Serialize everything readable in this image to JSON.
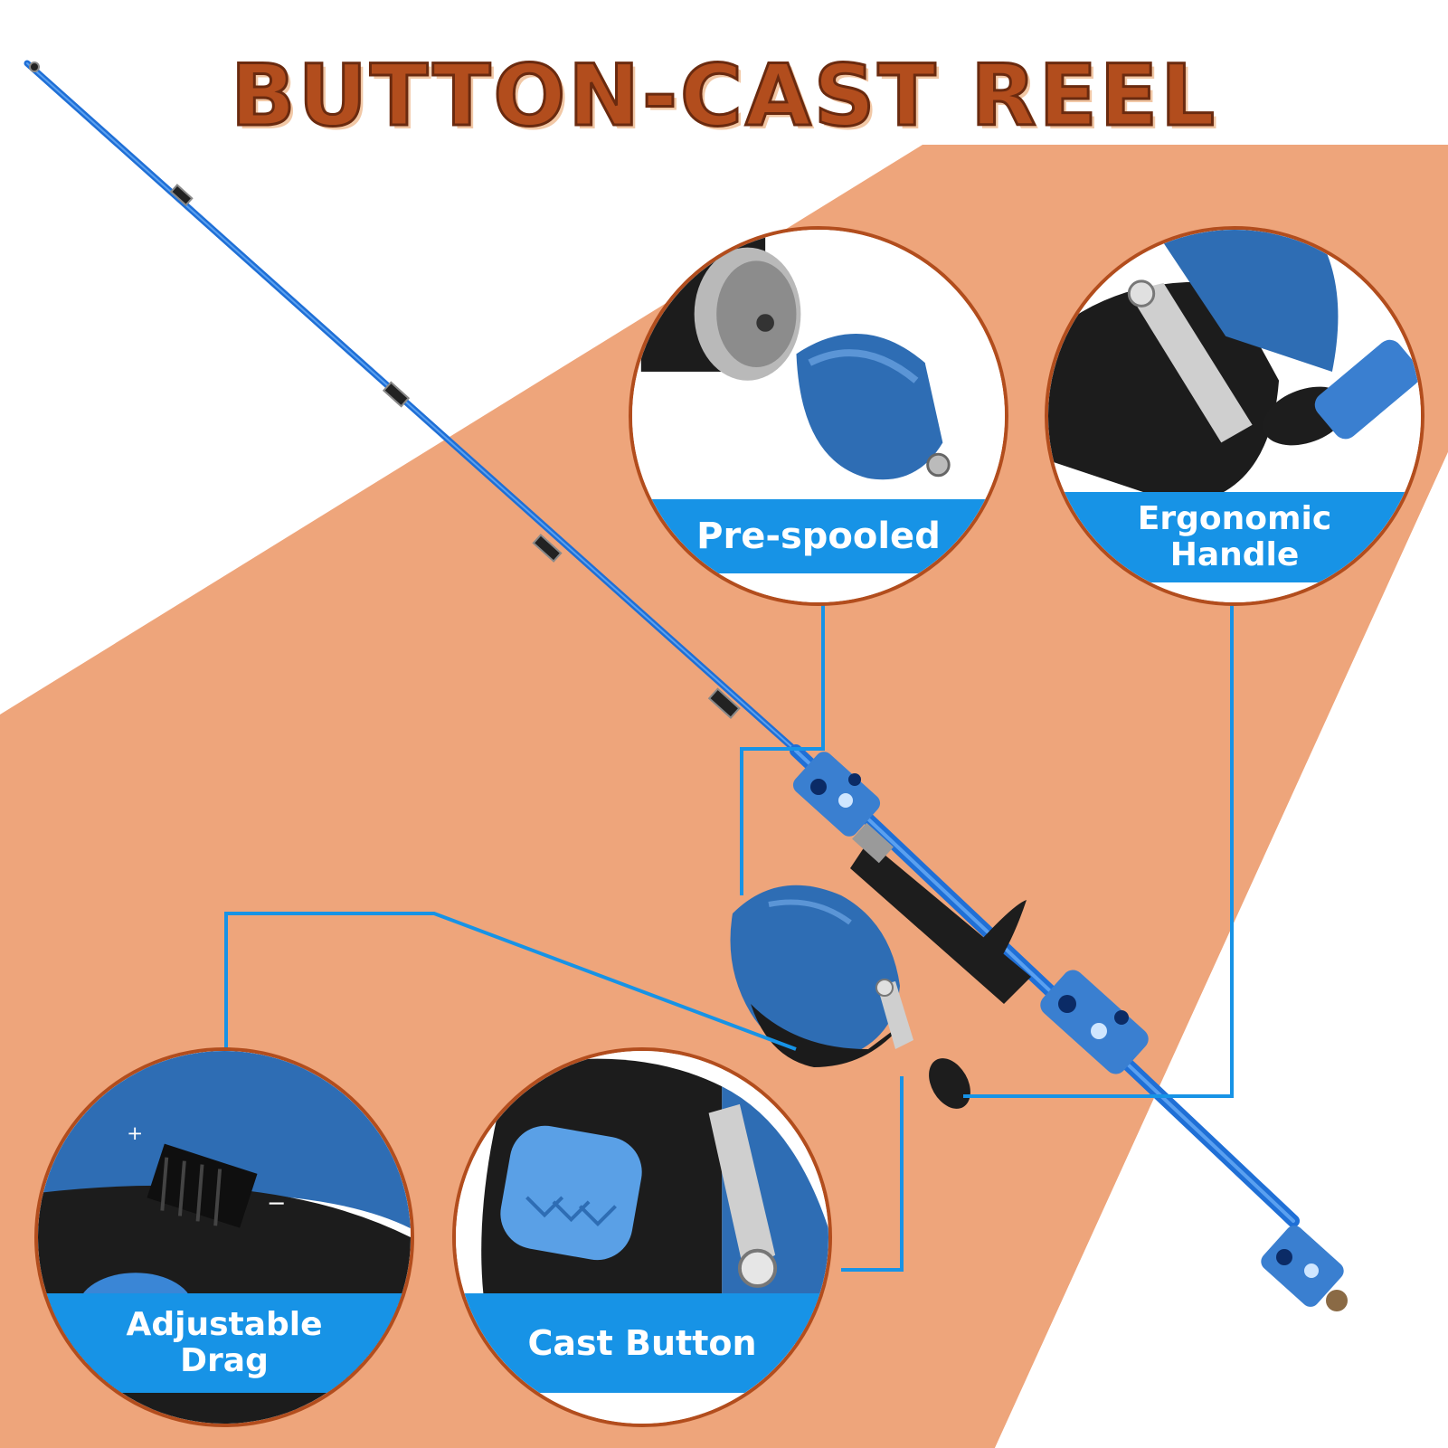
{
  "headline": "BUTTON-CAST REEL",
  "features": {
    "pre_spooled": "Pre-spooled",
    "ergonomic_line1": "Ergonomic",
    "ergonomic_line2": "Handle",
    "drag_line1": "Adjustable",
    "drag_line2": "Drag",
    "cast_button": "Cast Button"
  },
  "colors": {
    "headline": "#b24d1d",
    "background_band": "#eea57b",
    "circle_border": "#b24d1d",
    "label_band": "#1793e6",
    "rod": "#1f6fd6",
    "reel": "#2e6db4"
  }
}
